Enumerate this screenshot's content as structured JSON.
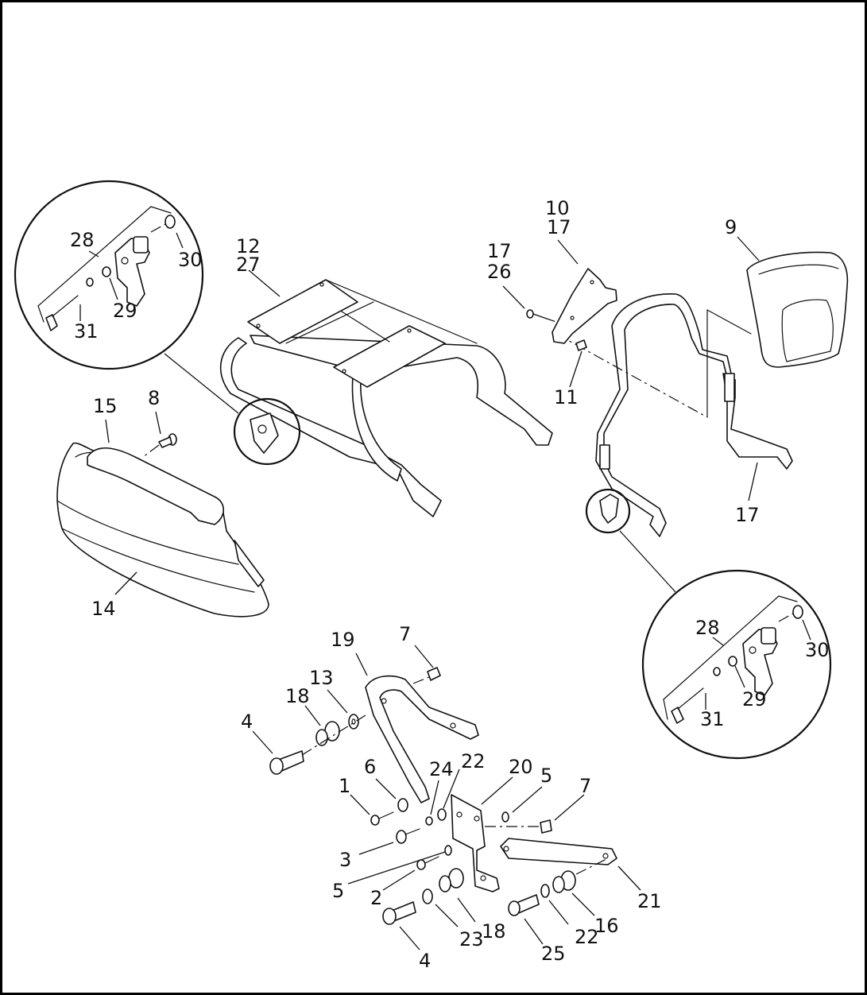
{
  "labels": {
    "l1": "1",
    "l2": "2",
    "l3": "3",
    "l4a": "4",
    "l4b": "4",
    "l5a": "5",
    "l5b": "5",
    "l6": "6",
    "l7a": "7",
    "l7b": "7",
    "l8": "8",
    "l9": "9",
    "l10": "10",
    "l11": "11",
    "l12": "12",
    "l13": "13",
    "l14": "14",
    "l15": "15",
    "l16": "16",
    "l17a": "17",
    "l17b": "17",
    "l17c": "17",
    "l18a": "18",
    "l18b": "18",
    "l19": "19",
    "l20": "20",
    "l21": "21",
    "l22a": "22",
    "l22b": "22",
    "l23": "23",
    "l24": "24",
    "l25": "25",
    "l26": "26",
    "l27": "27",
    "l28a": "28",
    "l28b": "28",
    "l29a": "29",
    "l29b": "29",
    "l30a": "30",
    "l30b": "30",
    "l31a": "31",
    "l31b": "31"
  },
  "colors": {
    "line": "#111111",
    "background": "#ffffff"
  }
}
